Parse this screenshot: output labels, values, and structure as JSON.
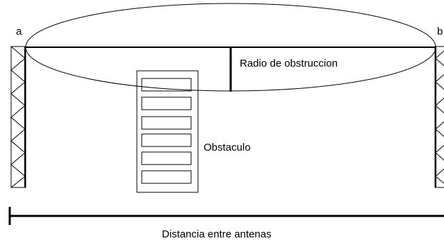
{
  "labels": {
    "endpoint_a": "a",
    "endpoint_b": "b",
    "obstruction_radius": "Radio de obstruccion",
    "obstacle": "Obstaculo",
    "antenna_distance": "Distancia entre antenas"
  },
  "colors": {
    "line": "#000000",
    "background": "#ffffff"
  }
}
